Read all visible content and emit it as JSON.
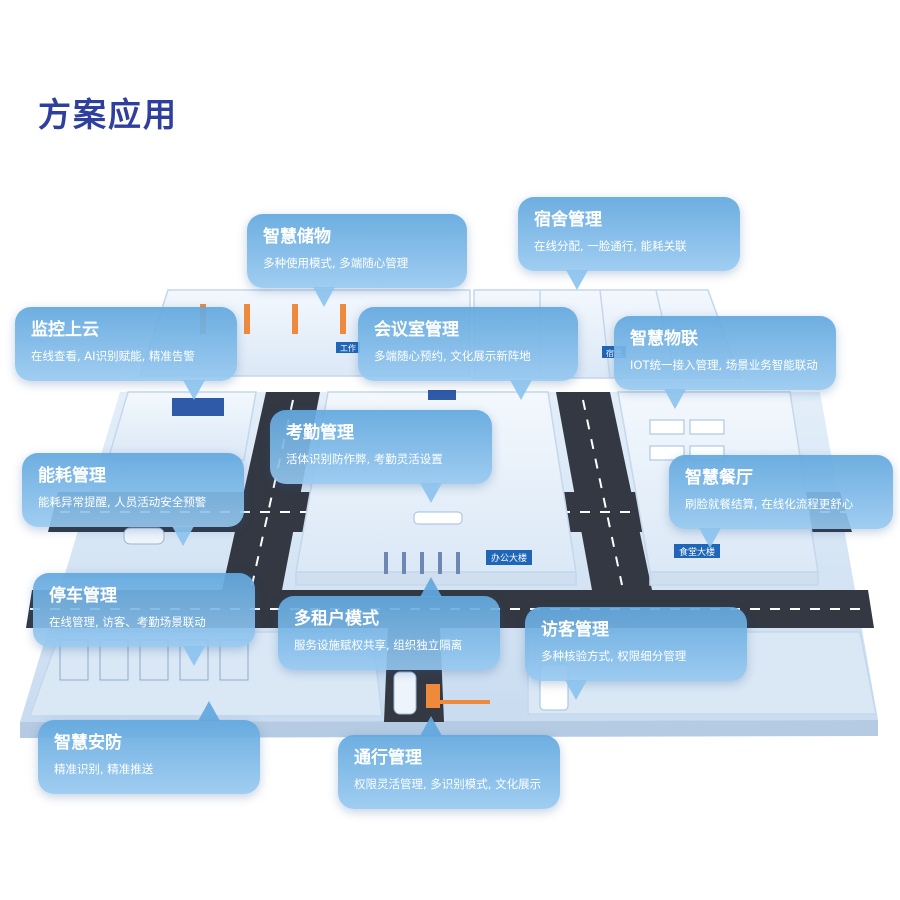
{
  "page": {
    "title": "方案应用"
  },
  "scene_signs": {
    "office": "办公大楼",
    "canteen": "食堂大楼",
    "dorm": "宿舍",
    "factory": "工作"
  },
  "modules": [
    {
      "id": "storage",
      "title": "智慧储物",
      "desc": "多种使用模式, 多端随心管理"
    },
    {
      "id": "dorm",
      "title": "宿舍管理",
      "desc": "在线分配, 一脸通行, 能耗关联"
    },
    {
      "id": "cloud",
      "title": "监控上云",
      "desc": "在线查看, AI识别赋能, 精准告警"
    },
    {
      "id": "meeting",
      "title": "会议室管理",
      "desc": "多端随心预约, 文化展示新阵地"
    },
    {
      "id": "iot",
      "title": "智慧物联",
      "desc": "IOT统一接入管理, 场景业务智能联动"
    },
    {
      "id": "attendance",
      "title": "考勤管理",
      "desc": "活体识别防作弊, 考勤灵活设置"
    },
    {
      "id": "energy",
      "title": "能耗管理",
      "desc": "能耗异常提醒, 人员活动安全预警"
    },
    {
      "id": "canteen",
      "title": "智慧餐厅",
      "desc": "刷脸就餐结算, 在线化流程更舒心"
    },
    {
      "id": "parking",
      "title": "停车管理",
      "desc": "在线管理, 访客、考勤场景联动"
    },
    {
      "id": "tenant",
      "title": "多租户模式",
      "desc": "服务设施赋权共享, 组织独立隔离"
    },
    {
      "id": "visitor",
      "title": "访客管理",
      "desc": "多种核验方式, 权限细分管理"
    },
    {
      "id": "security",
      "title": "智慧安防",
      "desc": "精准识别, 精准推送"
    },
    {
      "id": "access",
      "title": "通行管理",
      "desc": "权限灵活管理, 多识别模式, 文化展示"
    }
  ]
}
